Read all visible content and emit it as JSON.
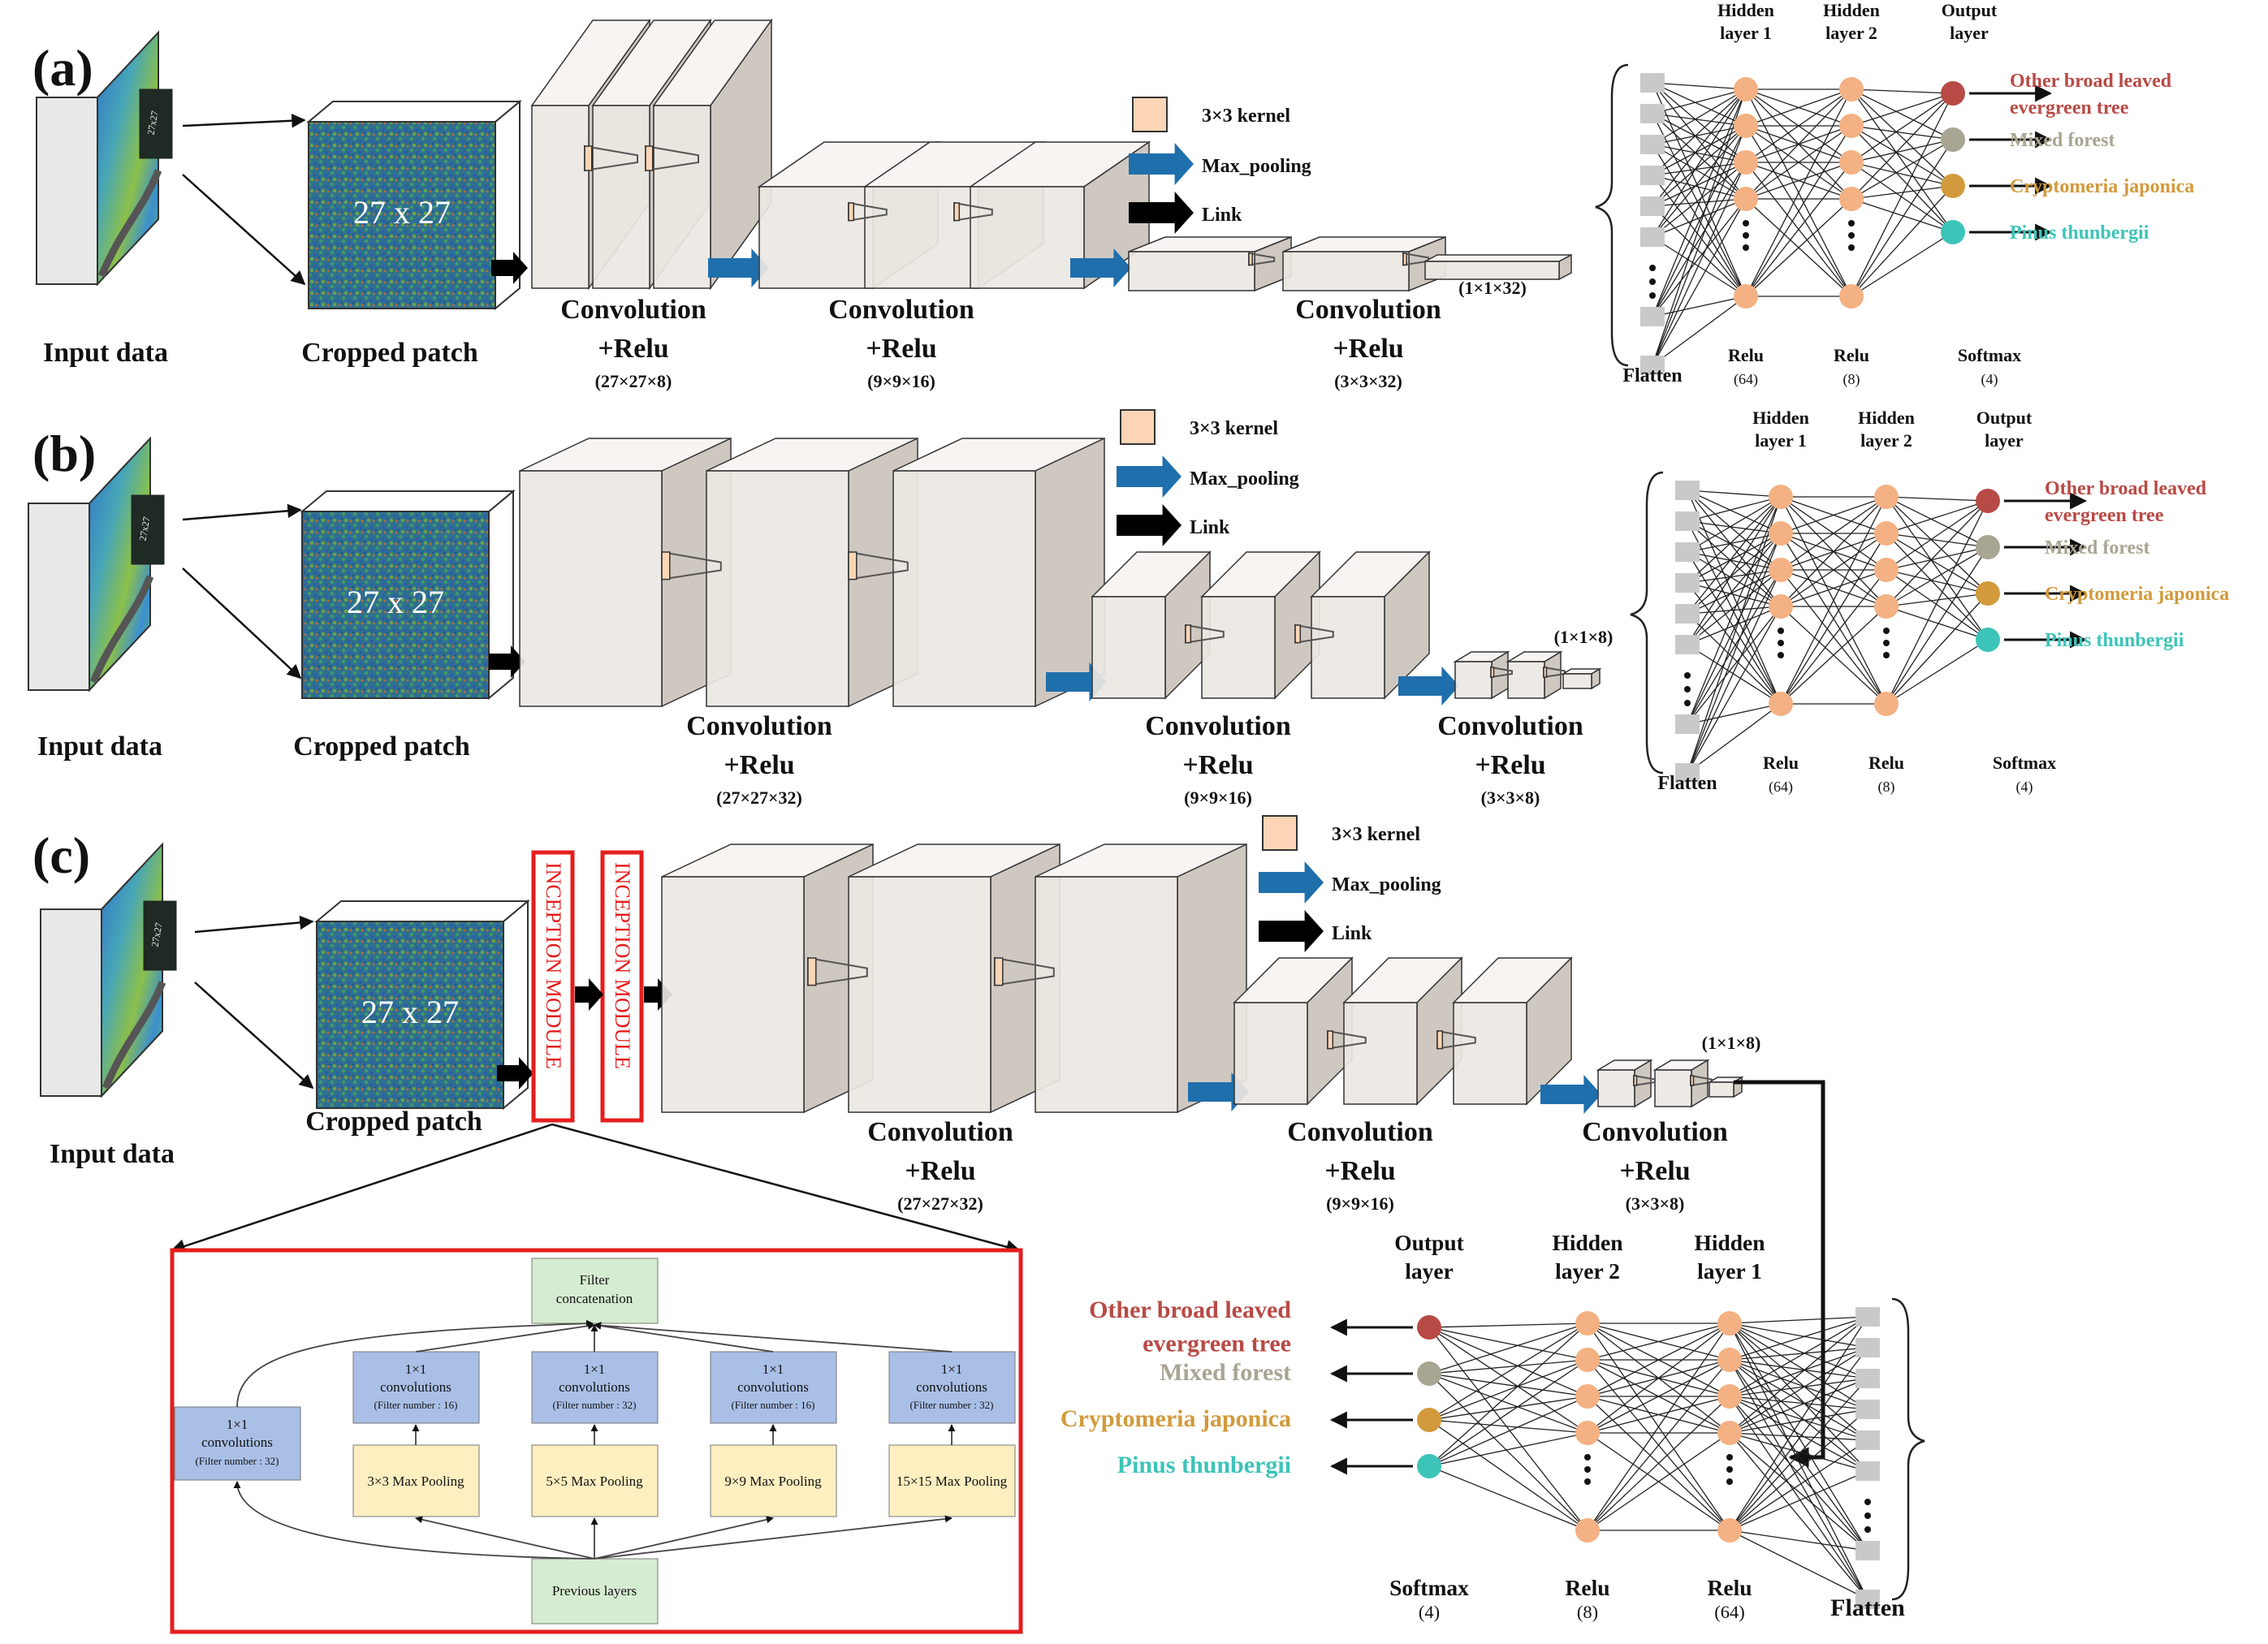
{
  "panels": [
    {
      "id": "a",
      "panel_label": "(a)",
      "input_label": "Input data",
      "patch_label": "Cropped patch",
      "patch_text": "27 x 27",
      "patch_mini_text": "27x27",
      "legend": {
        "kernel": "3×3 kernel",
        "pool": "Max_pooling",
        "link": "Link"
      },
      "conv": [
        {
          "title": "Convolution",
          "sub": "+Relu",
          "dims": "(27×27×8)"
        },
        {
          "title": "Convolution",
          "sub": "+Relu",
          "dims": "(9×9×16)"
        },
        {
          "title": "Convolution",
          "sub": "+Relu",
          "dims": "(3×3×32)"
        }
      ],
      "flat_dims": "(1×1×32)",
      "net": {
        "hidden1": "Hidden layer 1",
        "hidden2": "Hidden layer 2",
        "output": "Output layer",
        "flatten": "Flatten",
        "relu1": "Relu",
        "relu1_n": "(64)",
        "relu2": "Relu",
        "relu2_n": "(8)",
        "softmax": "Softmax",
        "softmax_n": "(4)"
      }
    },
    {
      "id": "b",
      "panel_label": "(b)",
      "input_label": "Input data",
      "patch_label": "Cropped patch",
      "patch_text": "27 x 27",
      "patch_mini_text": "27x27",
      "legend": {
        "kernel": "3×3 kernel",
        "pool": "Max_pooling",
        "link": "Link"
      },
      "conv": [
        {
          "title": "Convolution",
          "sub": "+Relu",
          "dims": "(27×27×32)"
        },
        {
          "title": "Convolution",
          "sub": "+Relu",
          "dims": "(9×9×16)"
        },
        {
          "title": "Convolution",
          "sub": "+Relu",
          "dims": "(3×3×8)"
        }
      ],
      "flat_dims": "(1×1×8)",
      "net": {
        "hidden1": "Hidden layer 1",
        "hidden2": "Hidden layer 2",
        "output": "Output layer",
        "flatten": "Flatten",
        "relu1": "Relu",
        "relu1_n": "(64)",
        "relu2": "Relu",
        "relu2_n": "(8)",
        "softmax": "Softmax",
        "softmax_n": "(4)"
      }
    },
    {
      "id": "c",
      "panel_label": "(c)",
      "input_label": "Input data",
      "patch_label": "Cropped patch",
      "patch_text": "27 x 27",
      "patch_mini_text": "27x27",
      "legend": {
        "kernel": "3×3 kernel",
        "pool": "Max_pooling",
        "link": "Link"
      },
      "conv": [
        {
          "title": "Convolution",
          "sub": "+Relu",
          "dims": "(27×27×32)"
        },
        {
          "title": "Convolution",
          "sub": "+Relu",
          "dims": "(9×9×16)"
        },
        {
          "title": "Convolution",
          "sub": "+Relu",
          "dims": "(3×3×8)"
        }
      ],
      "flat_dims": "(1×1×8)",
      "inception_label": "INCEPTION MODULE",
      "net": {
        "hidden1": "Hidden layer 1",
        "hidden2": "Hidden layer 2",
        "output": "Output layer",
        "flatten": "Flatten",
        "relu1": "Relu",
        "relu1_n": "(64)",
        "relu2": "Relu",
        "relu2_n": "(8)",
        "softmax": "Softmax",
        "softmax_n": "(4)"
      }
    }
  ],
  "classes": [
    {
      "label": "Other broad leaved evergreen tree",
      "line1": "Other broad leaved",
      "line2": "evergreen tree",
      "color": "#b84a45"
    },
    {
      "label": "Mixed forest",
      "line1": "Mixed forest",
      "line2": "",
      "color": "#a8a592"
    },
    {
      "label": "Cryptomeria japonica",
      "line1": "Cryptomeria japonica",
      "line2": "",
      "color": "#d29a3c"
    },
    {
      "label": "Pinus thunbergii",
      "line1": "Pinus thunbergii",
      "line2": "",
      "color": "#3cc4b8"
    }
  ],
  "inception_detail": {
    "concat": [
      "Filter",
      "concatenation"
    ],
    "previous": "Previous layers",
    "side_conv": [
      "1×1",
      "convolutions",
      "(Filter number : 32)"
    ],
    "branches": [
      {
        "conv": [
          "1×1",
          "convolutions",
          "(Filter number : 16)"
        ],
        "pool": "3×3 Max Pooling"
      },
      {
        "conv": [
          "1×1",
          "convolutions",
          "(Filter number : 32)"
        ],
        "pool": "5×5 Max Pooling"
      },
      {
        "conv": [
          "1×1",
          "convolutions",
          "(Filter number : 16)"
        ],
        "pool": "9×9 Max Pooling"
      },
      {
        "conv": [
          "1×1",
          "convolutions",
          "(Filter number : 32)"
        ],
        "pool": "15×15 Max Pooling"
      }
    ]
  },
  "colors": {
    "block_front": "#ece7e2",
    "block_side": "#cfc8c1",
    "block_top": "#f7f4f1",
    "pool_arrow": "#1f6fad",
    "node": "#f4b183",
    "kernel": "#fbd5b5",
    "inception_red": "#e51e1e",
    "conv_box": "#a9bfe6",
    "pool_box": "#fdefc0",
    "concat_box": "#d6ecd2"
  }
}
